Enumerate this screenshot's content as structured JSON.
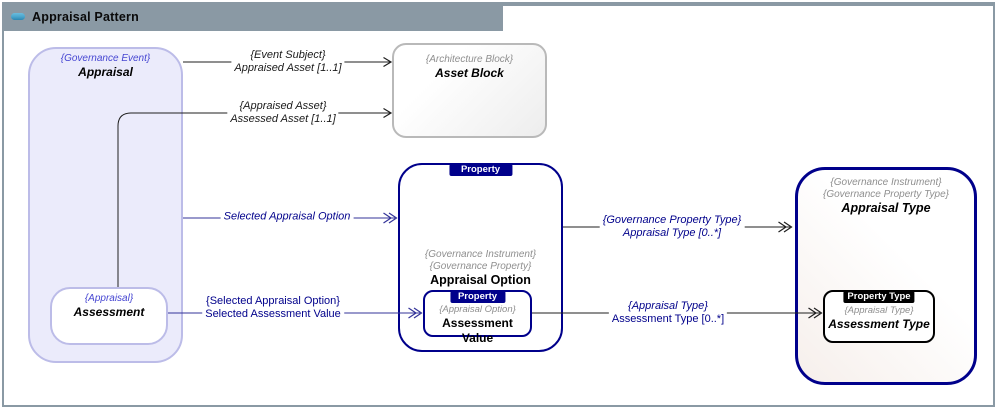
{
  "colors": {
    "frame-gray": "#8A99A4",
    "navy": "#00008B",
    "lavender-border": "#BCBCE8",
    "lavender-fill": "#EBEBFB",
    "blue-stereo": "#4646D2",
    "gray-stereo": "#8F8F8F",
    "label-navy": "#00008B",
    "line-dark": "#1F1F1F",
    "line-navy": "#333399",
    "icon-blue": "#49A5CC",
    "asset-border": "#B9B9B9",
    "tab-black": "#000000"
  },
  "header": {
    "title": "Appraisal Pattern"
  },
  "nodes": {
    "appraisal": {
      "stereotype": "{Governance Event}",
      "name": "Appraisal"
    },
    "assessment": {
      "stereotype": "{Appraisal}",
      "name": "Assessment"
    },
    "asset_block": {
      "stereotype": "{Architecture Block}",
      "name": "Asset Block"
    },
    "appraisal_option": {
      "tab": "Property",
      "stereotype1": "{Governance Instrument}",
      "stereotype2": "{Governance Property}",
      "name": "Appraisal Option"
    },
    "assessment_value": {
      "tab": "Property",
      "stereotype": "{Appraisal Option}",
      "name": "Assessment Value"
    },
    "appraisal_type": {
      "stereotype1": "{Governance Instrument}",
      "stereotype2": "{Governance Property Type}",
      "name": "Appraisal Type"
    },
    "assessment_type": {
      "tab": "Property Type",
      "stereotype": "{Appraisal Type}",
      "name": "Assessment Type"
    }
  },
  "connectors": {
    "event_subject": {
      "row1": "{Event Subject}",
      "row2": "Appraised Asset [1..1]"
    },
    "appraised_asset": {
      "row1": "{Appraised Asset}",
      "row2": "Assessed Asset [1..1]"
    },
    "selected_appraisal_option": {
      "row1": "Selected Appraisal Option"
    },
    "selected_assessment_value": {
      "row1": "{Selected Appraisal Option}",
      "row2": "Selected Assessment Value"
    },
    "appraisal_type_rel": {
      "row1": "{Governance Property Type}",
      "row2": "Appraisal Type [0..*]"
    },
    "assessment_type_rel": {
      "row1": "{Appraisal Type}",
      "row2": "Assessment Type [0..*]"
    }
  }
}
